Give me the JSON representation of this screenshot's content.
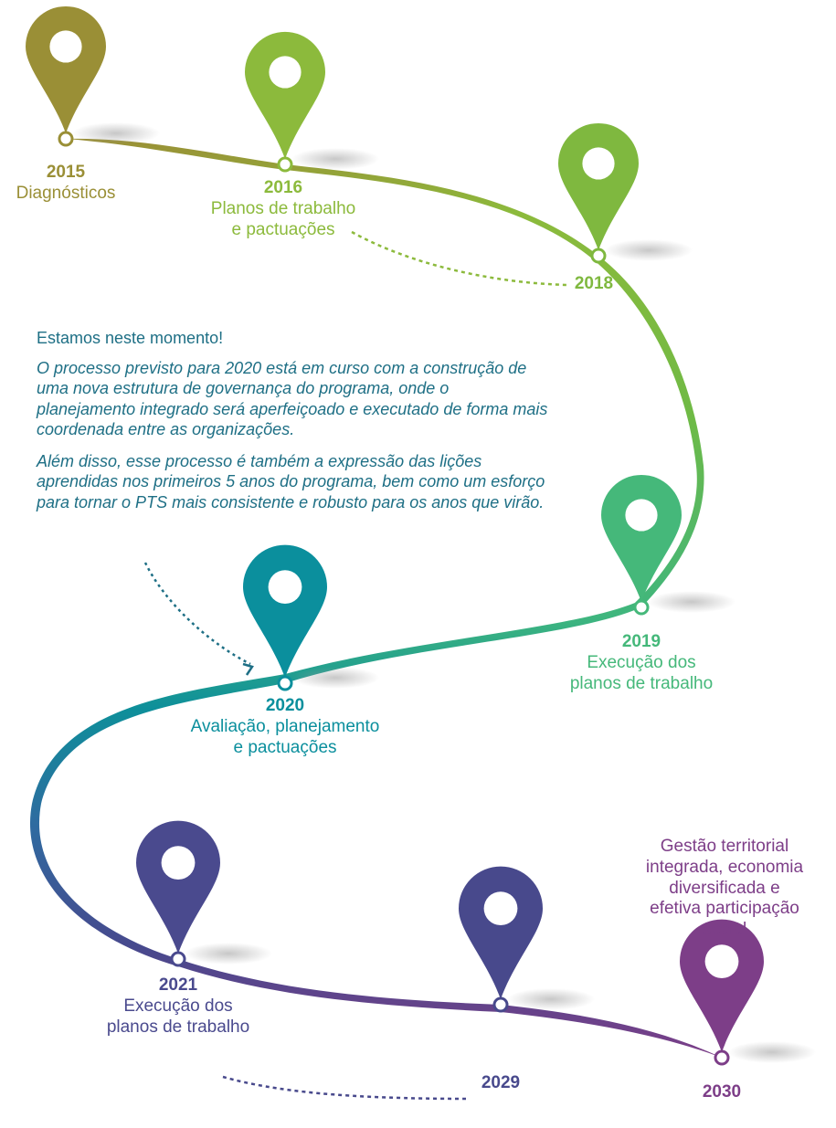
{
  "milestones": [
    {
      "year": "2015",
      "text": [
        "Diagnósticos"
      ],
      "color": "#9a8f36"
    },
    {
      "year": "2016",
      "text": [
        "Planos de trabalho",
        "e pactuações"
      ],
      "color": "#8cba3c"
    },
    {
      "year": "2018",
      "text": [],
      "color": "#7fb83f"
    },
    {
      "year": "2019",
      "text": [
        "Execução dos",
        "planos de trabalho"
      ],
      "color": "#45b87a"
    },
    {
      "year": "2020",
      "text": [
        "Avaliação, planejamento",
        "e pactuações"
      ],
      "color": "#0b8f9d"
    },
    {
      "year": "2021",
      "text": [
        "Execução dos",
        "planos de trabalho"
      ],
      "color": "#4a4a8e"
    },
    {
      "year": "2029",
      "text": [],
      "color": "#48498c"
    },
    {
      "year": "2030",
      "text": [],
      "color": "#7d3e88"
    }
  ],
  "goal": [
    "Gestão territorial",
    "integrada, economia",
    "diversificada e",
    "efetiva participação",
    "social"
  ],
  "callout": {
    "title": "Estamos neste momento!",
    "paragraph1": "O processo previsto para 2020 está em curso com a construção de uma nova estrutura de governança do programa, onde o planejamento integrado será aperfeiçoado e executado de forma mais coordenada entre as organizações.",
    "paragraph2": "Além disso, esse processo é também a expressão das lições aprendidas nos primeiros 5 anos do programa, bem como um esforço para tornar o PTS mais consistente e robusto para os anos que virão."
  }
}
